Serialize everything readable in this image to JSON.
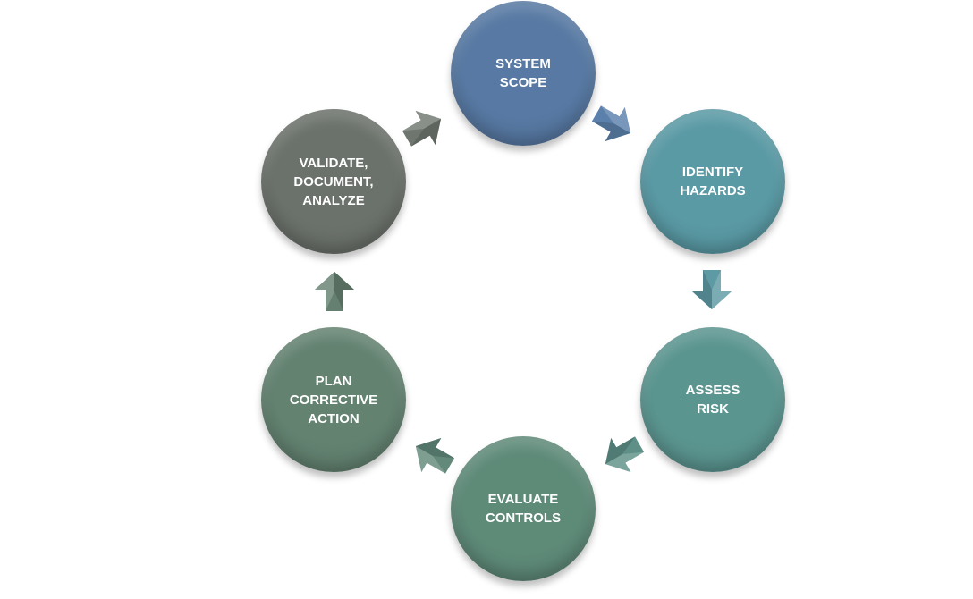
{
  "diagram": {
    "type": "cycle",
    "nodes": [
      {
        "id": "system-scope",
        "label": "SYSTEM\nSCOPE",
        "color": "#5779a3"
      },
      {
        "id": "identify-hazards",
        "label": "IDENTIFY\nHAZARDS",
        "color": "#5a9aa5"
      },
      {
        "id": "assess-risk",
        "label": "ASSESS\nRISK",
        "color": "#5b9590"
      },
      {
        "id": "evaluate-controls",
        "label": "EVALUATE\nCONTROLS",
        "color": "#5e8a78"
      },
      {
        "id": "plan-corrective-action",
        "label": "PLAN\nCORRECTIVE\nACTION",
        "color": "#638270"
      },
      {
        "id": "validate-document-analyze",
        "label": "VALIDATE,\nDOCUMENT,\nANALYZE",
        "color": "#6b716b"
      }
    ],
    "edges": [
      {
        "from": "system-scope",
        "to": "identify-hazards",
        "color": "#5b80ab"
      },
      {
        "from": "identify-hazards",
        "to": "assess-risk",
        "color": "#5e9aa4"
      },
      {
        "from": "assess-risk",
        "to": "evaluate-controls",
        "color": "#5e9088"
      },
      {
        "from": "evaluate-controls",
        "to": "plan-corrective-action",
        "color": "#62897a"
      },
      {
        "from": "plan-corrective-action",
        "to": "validate-document-analyze",
        "color": "#658070"
      },
      {
        "from": "validate-document-analyze",
        "to": "system-scope",
        "color": "#6f766f"
      }
    ]
  }
}
